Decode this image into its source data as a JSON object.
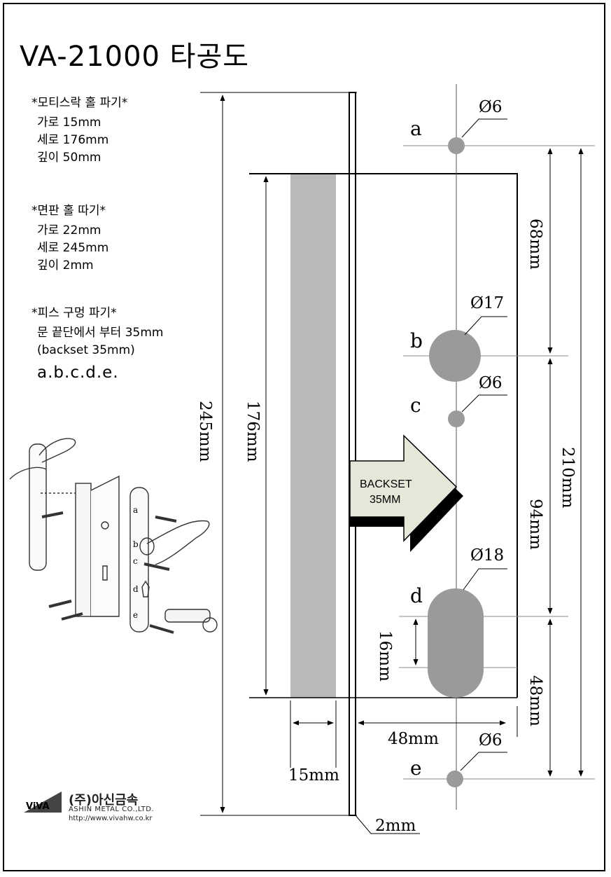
{
  "title": "VA-21000 타공도",
  "mortise": {
    "heading": "*모티스락 홀 파기*",
    "lines": [
      "가로 15mm",
      "세로 176mm",
      "깊이 50mm"
    ]
  },
  "faceplate": {
    "heading": "*면판 홀 따기*",
    "lines": [
      "가로 22mm",
      "세로 245mm",
      "깊이 2mm"
    ]
  },
  "screw": {
    "heading": "*피스 구멍 파기*",
    "lines": [
      "문 끝단에서 부터 35mm",
      "(backset 35mm)"
    ],
    "points": "a.b.c.d.e."
  },
  "holes": [
    {
      "letter": "a",
      "diameter": "Ø6"
    },
    {
      "letter": "b",
      "diameter": "Ø17"
    },
    {
      "letter": "c",
      "diameter": "Ø6"
    },
    {
      "letter": "d",
      "diameter": "Ø18"
    },
    {
      "letter": "e",
      "diameter": "Ø6"
    }
  ],
  "dimensions": {
    "d245": "245mm",
    "d176": "176mm",
    "d68": "68mm",
    "d94": "94mm",
    "d48v": "48mm",
    "d210": "210mm",
    "d16": "16mm",
    "d48h": "48mm",
    "d15": "15mm",
    "d2": "2mm"
  },
  "arrow": {
    "line1": "BACKSET",
    "line2": "35MM"
  },
  "exploded_labels": [
    "a",
    "b",
    "c",
    "d",
    "e"
  ],
  "company": {
    "logo": "ViVA",
    "name": "(주)아신금속",
    "english": "ASHIN METAL CO.,LTD.",
    "url": "http://www.vivahw.co.kr"
  },
  "colors": {
    "hole": "#9a9a9a",
    "mortise": "#b9b9b9",
    "arrow_fill": "#e6e6d9",
    "line": "#000000"
  }
}
